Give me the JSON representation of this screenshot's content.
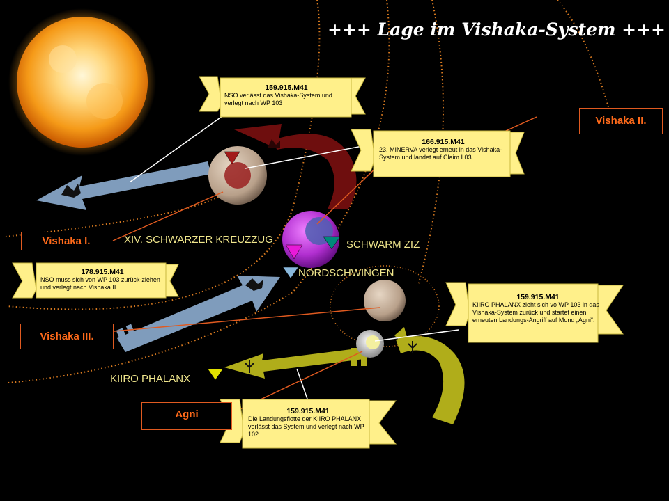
{
  "title": "+++ Lage im Vishaka-System +++",
  "planet_labels": {
    "vishaka_1": "Vishaka I.",
    "vishaka_2": "Vishaka II.",
    "vishaka_3": "Vishaka III.",
    "agni": "Agni"
  },
  "forces": {
    "schwarzer_kreuzzug": "XIV. SCHWARZER KREUZZUG",
    "schwarm_ziz": "SCHWARM ZIZ",
    "nordschwingen": "NORDSCHWINGEN",
    "kiiro_phalanx": "KIIRO PHALANX"
  },
  "events": [
    {
      "date": "159.915.M41",
      "text": "NSO verlässt das Vishaka-System und verlegt nach WP 103"
    },
    {
      "date": "166.915.M41",
      "text": "23. MINERVA verlegt erneut in das Vishaka-System und landet auf Claim I.03"
    },
    {
      "date": "178.915.M41",
      "text": "NSO muss sich von WP 103 zurück-ziehen und verlegt nach Vishaka II"
    },
    {
      "date": "159.915.M41",
      "text": "KIIRO PHALANX zieht sich vo WP 103 in das Vishaka-System zurück und  startet einen erneuten Landungs-Angriff auf Mond „Agni“."
    },
    {
      "date": "159.915.M41",
      "text": "Die Landungsflotte der KIIRO PHALANX verlässt das System und  verlegt nach WP 102"
    }
  ],
  "colors": {
    "orbit": "#d87a20",
    "label_border": "#e05a20",
    "label_text": "#ff6a1a",
    "scroll": "#fff08a",
    "blue_arrow": "#7f9cbc",
    "olive_arrow": "#b0ad1a",
    "red_arrow": "#6e0e0e",
    "sun": "#f8a020",
    "gas_giant": "#b530c8"
  }
}
